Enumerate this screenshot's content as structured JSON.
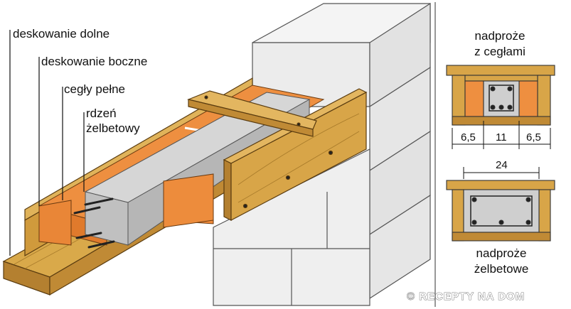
{
  "labels": {
    "bottom_formwork": "deskowanie dolne",
    "side_formwork": "deskowanie boczne",
    "solid_bricks": "cegły pełne",
    "core_line1": "rdzeń",
    "core_line2": "żelbetowy"
  },
  "section_top": {
    "title_line1": "nadproże",
    "title_line2": "z cegłami",
    "dims": [
      "6,5",
      "11",
      "6,5"
    ]
  },
  "section_bottom": {
    "width_dim": "24",
    "title_line1": "nadproże",
    "title_line2": "żelbetowe"
  },
  "copyright": "© RECEPTY NA DOM",
  "colors": {
    "wood": "#d4a13d",
    "wood_dark": "#a9772a",
    "brick": "#ea8a3c",
    "brick_light": "#f6b178",
    "concrete": "#c9c9c9",
    "block": "#f1f1f1"
  }
}
